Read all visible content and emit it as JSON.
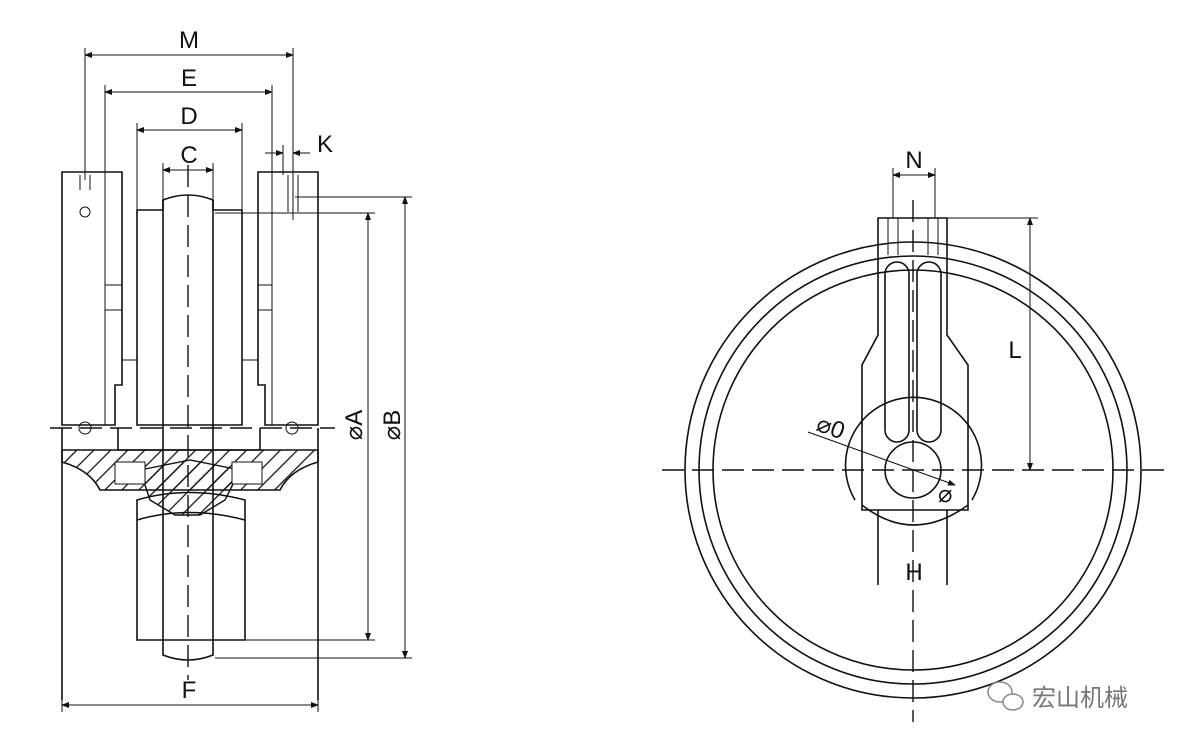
{
  "title": "Idler wheel dimension drawing",
  "side_view": {
    "labels": {
      "M": "M",
      "E": "E",
      "D": "D",
      "C": "C",
      "K": "K",
      "A": "⌀A",
      "B": "⌀B",
      "F": "F"
    }
  },
  "front_view": {
    "labels": {
      "N": "N",
      "L": "L",
      "O": "⌀0",
      "phi": "⌀",
      "H": "H"
    }
  },
  "watermark": "宏山机械"
}
